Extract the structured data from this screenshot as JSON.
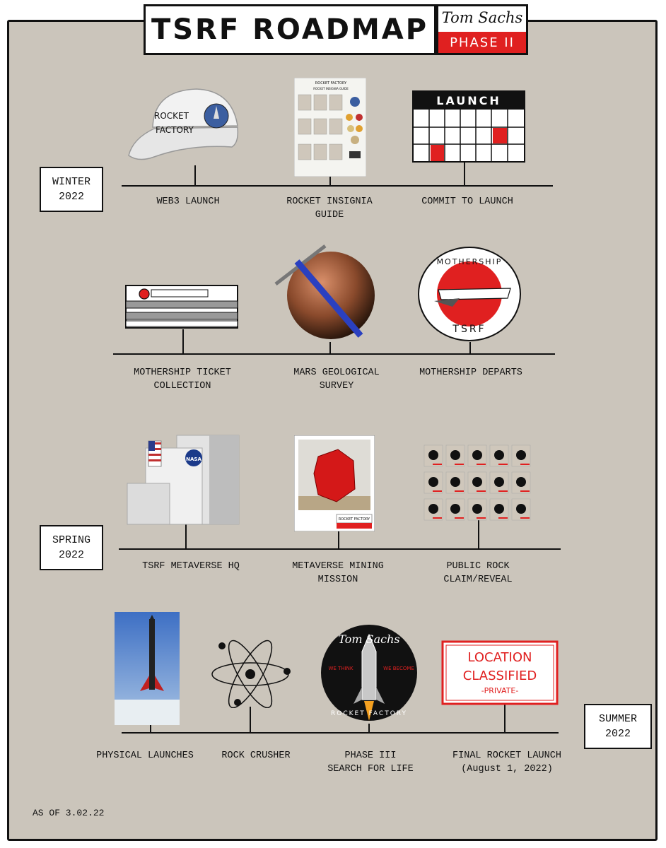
{
  "header": {
    "title": "TSRF ROADMAP",
    "signature": "Tom Sachs",
    "phase": "PHASE II"
  },
  "seasons": [
    {
      "label": "WINTER\n2022"
    },
    {
      "label": "SPRING\n2022"
    },
    {
      "label": "SUMMER\n2022"
    }
  ],
  "milestones": [
    {
      "label": "WEB3 LAUNCH",
      "art": {
        "cap_text": "ROCKET\nFACTORY"
      }
    },
    {
      "label": "ROCKET INSIGNIA\nGUIDE",
      "art": {
        "header": "ROCKET FACTORY",
        "subheader": "ROCKET INSIGNIA GUIDE"
      }
    },
    {
      "label": "COMMIT TO LAUNCH",
      "art": {
        "calendar_header": "LAUNCH"
      }
    },
    {
      "label": "MOTHERSHIP TICKET\nCOLLECTION"
    },
    {
      "label": "MARS GEOLOGICAL\nSURVEY"
    },
    {
      "label": "MOTHERSHIP DEPARTS",
      "art": {
        "top": "MOTHERSHIP",
        "bottom": "TSRF"
      }
    },
    {
      "label": "TSRF METAVERSE HQ",
      "art": {
        "logo": "NASA"
      }
    },
    {
      "label": "METAVERSE MINING\nMISSION",
      "art": {
        "caption": "ROCKET FACTORY"
      }
    },
    {
      "label": "PUBLIC ROCK\nCLAIM/REVEAL"
    },
    {
      "label": "PHYSICAL LAUNCHES"
    },
    {
      "label": "ROCK CRUSHER"
    },
    {
      "label": "PHASE III\nSEARCH FOR LIFE",
      "art": {
        "top": "Tom Sachs",
        "left": "WE THINK",
        "right": "WE BECOME",
        "bottom": "ROCKET FACTORY"
      }
    },
    {
      "label": "FINAL ROCKET LAUNCH\n(August 1, 2022)",
      "art": {
        "line1": "LOCATION",
        "line2": "CLASSIFIED",
        "line3": "-PRIVATE-"
      }
    }
  ],
  "footer": {
    "as_of": "AS OF 3.02.22"
  },
  "colors": {
    "background": "#cbc5bb",
    "accent_red": "#e02020",
    "ink": "#111111"
  }
}
